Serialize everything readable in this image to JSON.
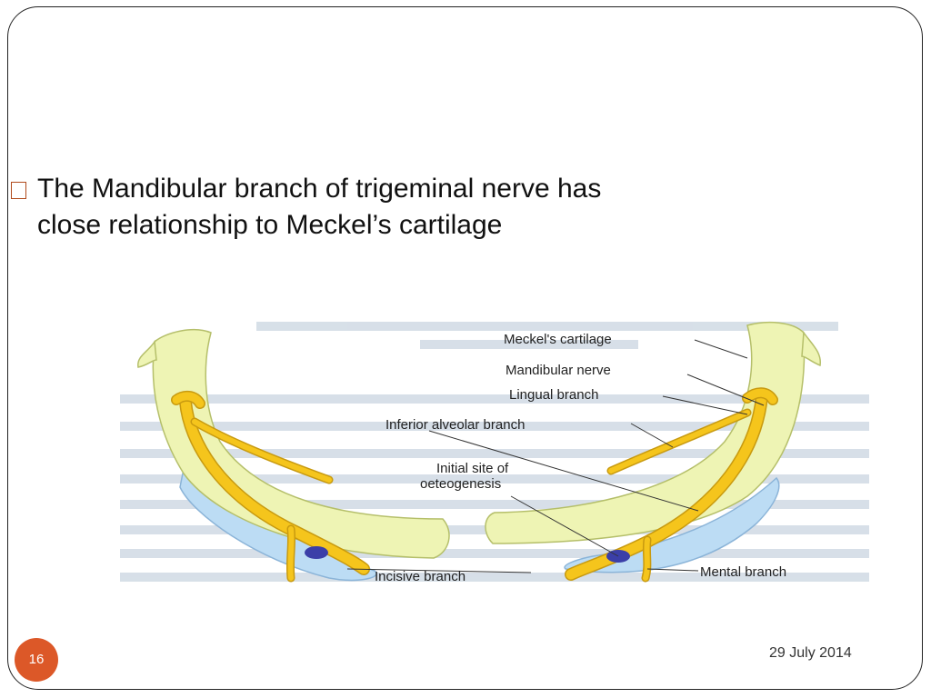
{
  "slide": {
    "bullet_text_line1": "The Mandibular branch of trigeminal nerve has",
    "bullet_text_line2": "close relationship to Meckel’s cartilage",
    "page_number": "16",
    "date": "29 July 2014"
  },
  "figure": {
    "labels": {
      "meckels_cartilage": "Meckel's cartilage",
      "mandibular_nerve": "Mandibular nerve",
      "lingual_branch": "Lingual branch",
      "inferior_alveolar_branch": "Inferior alveolar branch",
      "initial_site_line1": "Initial site of",
      "initial_site_line2": "oeteogenesis",
      "incisive_branch": "Incisive branch",
      "mental_branch": "Mental branch"
    },
    "colors": {
      "cartilage": "#eef4b4",
      "cartilage_outline": "#b5bf6a",
      "nerve": "#f5c51c",
      "nerve_outline": "#c89a10",
      "bone": "#bcdcf4",
      "bone_outline": "#8bb4d8",
      "ossification_site": "#3b3fa8"
    }
  },
  "theme": {
    "badge_color": "#dc5828",
    "bullet_color": "#b04a1c"
  }
}
